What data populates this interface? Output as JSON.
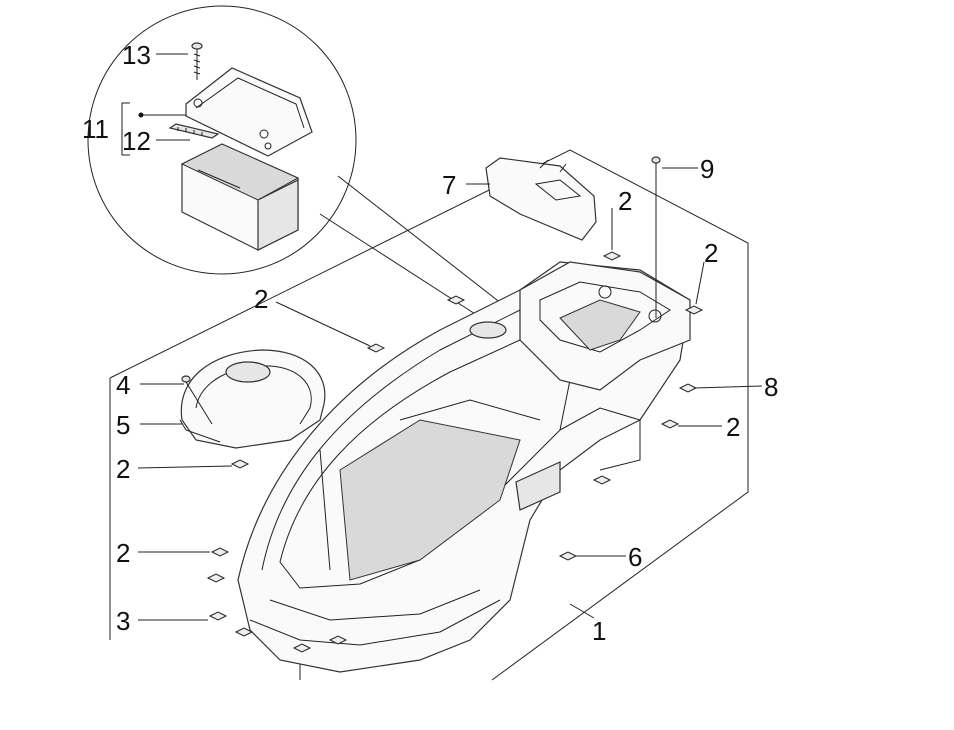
{
  "callouts": {
    "c1": "1",
    "c2a": "2",
    "c2b": "2",
    "c2c": "2",
    "c2d": "2",
    "c2e": "2",
    "c2f": "2",
    "c3": "3",
    "c4": "4",
    "c5": "5",
    "c6": "6",
    "c7": "7",
    "c8": "8",
    "c9": "9",
    "c11": "11",
    "c12": "12",
    "c13": "13"
  }
}
